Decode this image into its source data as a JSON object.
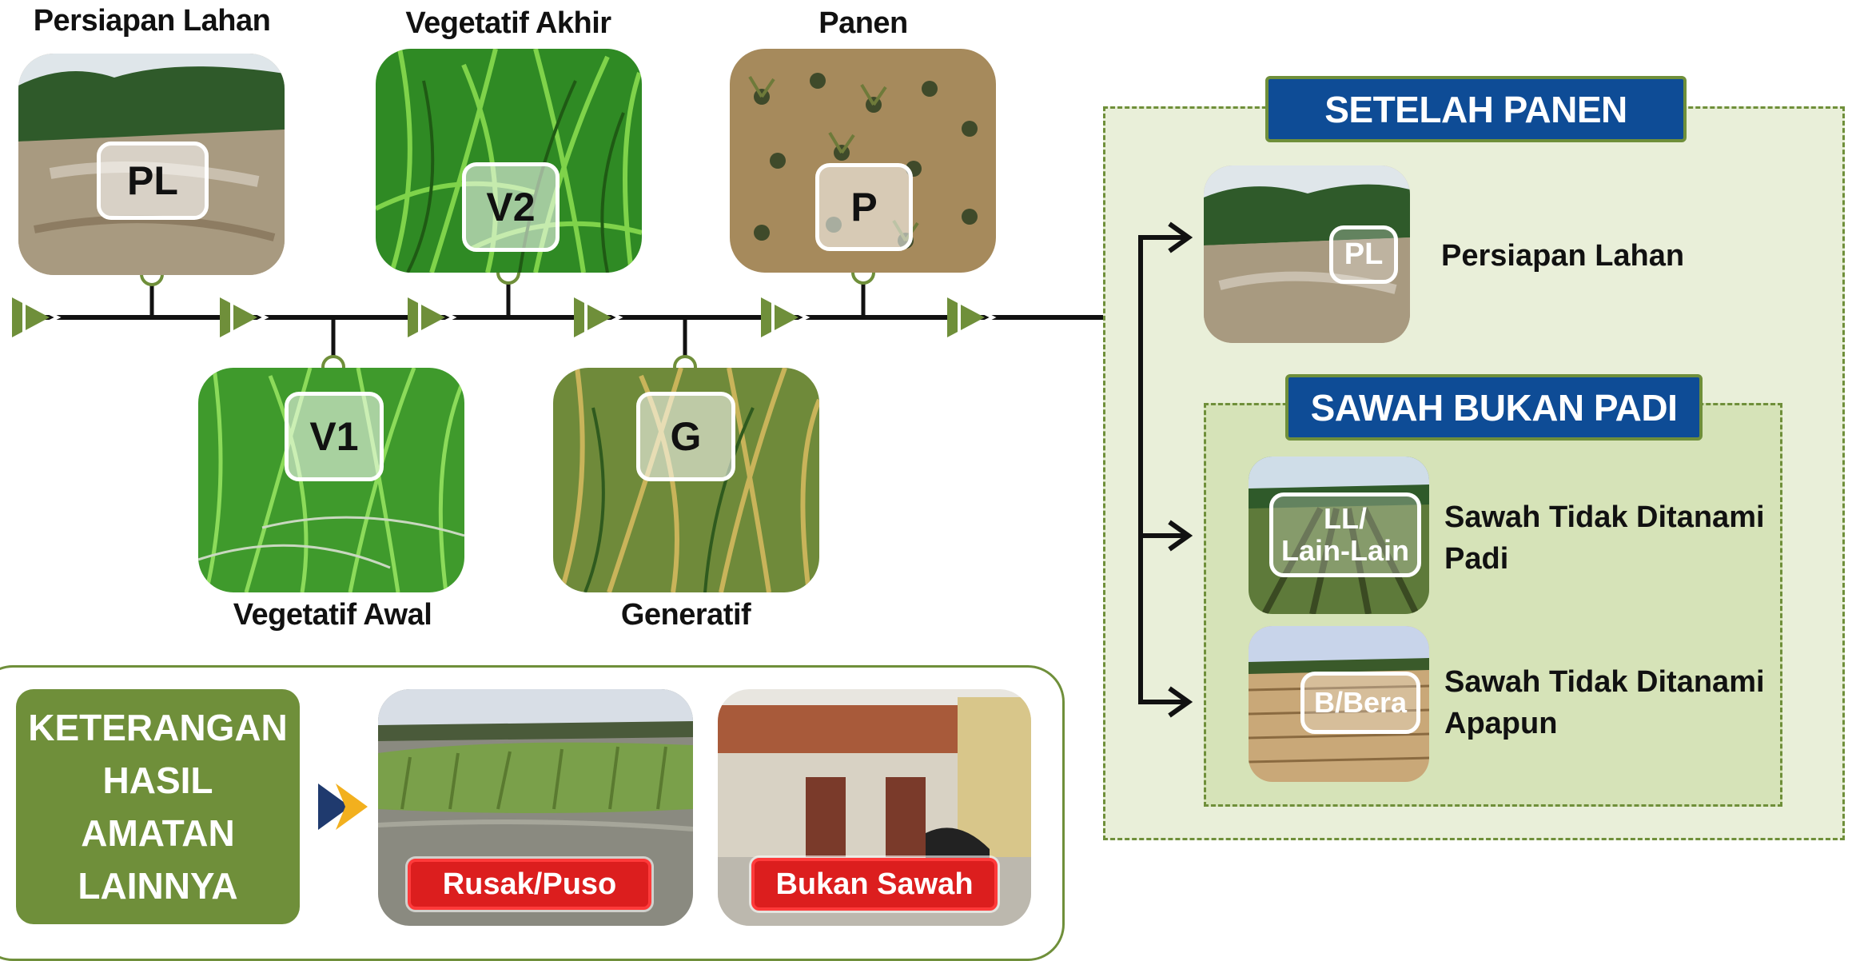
{
  "colors": {
    "accent_green": "#6f8f3a",
    "title_blue": "#0e4c96",
    "panel_green": "#e9efd9",
    "inner_panel_green": "#d6e3b8",
    "tag_red": "#dc1e1e",
    "timeline": "#111111"
  },
  "stages": [
    {
      "code": "PL",
      "label": "Persiapan Lahan",
      "icon": "field-preparation-photo"
    },
    {
      "code": "V1",
      "label": "Vegetatif Awal",
      "icon": "early-vegetative-photo"
    },
    {
      "code": "V2",
      "label": "Vegetatif Akhir",
      "icon": "late-vegetative-photo"
    },
    {
      "code": "G",
      "label": "Generatif",
      "icon": "generative-photo"
    },
    {
      "code": "P",
      "label": "Panen",
      "icon": "harvest-photo"
    }
  ],
  "after_harvest": {
    "title": "SETELAH PANEN",
    "item": {
      "code": "PL",
      "label": "Persiapan Lahan"
    }
  },
  "non_rice": {
    "title": "SAWAH BUKAN PADI",
    "items": [
      {
        "code_line1": "LL/",
        "code_line2": "Lain-Lain",
        "label_line1": "Sawah Tidak Ditanami",
        "label_line2": "Padi"
      },
      {
        "code": "B/Bera",
        "label_line1": "Sawah Tidak Ditanami",
        "label_line2": "Apapun"
      }
    ]
  },
  "other_notes": {
    "title_lines": [
      "KETERANGAN",
      "HASIL",
      "AMATAN",
      "LAINNYA"
    ],
    "items": [
      {
        "tag": "Rusak/Puso",
        "icon": "flooded-field-photo"
      },
      {
        "tag": "Bukan Sawah",
        "icon": "house-photo"
      }
    ]
  }
}
